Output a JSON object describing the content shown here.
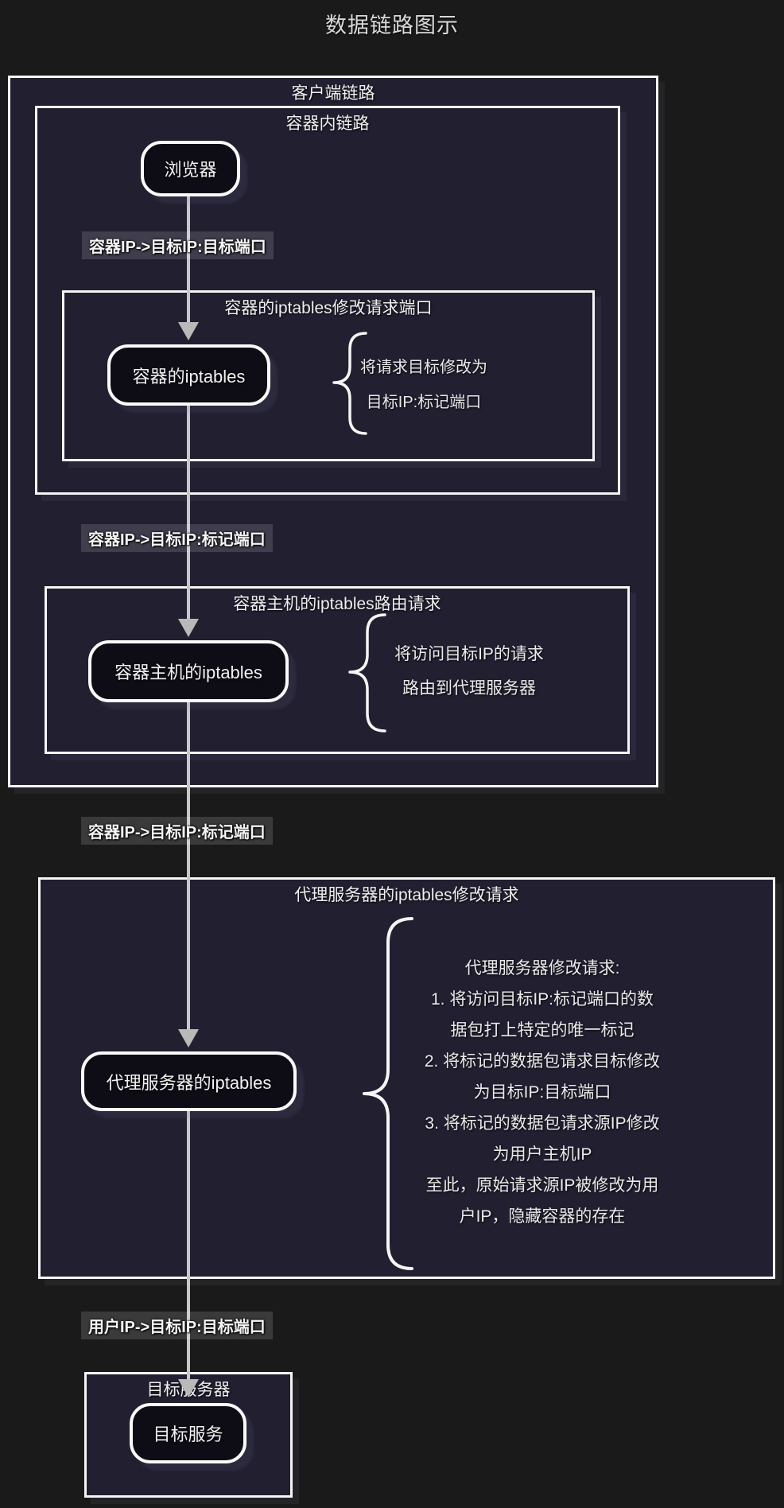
{
  "title": "数据链路图示",
  "colors": {
    "background": "#1a1a1a",
    "panel_fill": "#211f30",
    "node_fill": "#0e0d16",
    "border": "#f5f5f5",
    "edge_line": "#c8c8c8",
    "edge_label_bg": "#3d3d3d",
    "text": "#e9e9e9"
  },
  "groups": {
    "client_chain": "客户端链路",
    "container_chain": "容器内链路",
    "container_iptables_box": "容器的iptables修改请求端口",
    "host_iptables_box": "容器主机的iptables路由请求",
    "proxy_iptables_box": "代理服务器的iptables修改请求",
    "target_server_box": "目标服务器"
  },
  "nodes": {
    "browser": "浏览器",
    "container_iptables": "容器的iptables",
    "host_iptables": "容器主机的iptables",
    "proxy_iptables": "代理服务器的iptables",
    "target_service": "目标服务"
  },
  "edge_labels": {
    "container_to_target_port": "容器IP->目标IP:目标端口",
    "container_to_marked_port_1": "容器IP->目标IP:标记端口",
    "container_to_marked_port_2": "容器IP->目标IP:标记端口",
    "user_to_target_port": "用户IP->目标IP:目标端口"
  },
  "annotations": {
    "container_iptables_note": "将请求目标修改为\n目标IP:标记端口",
    "host_iptables_note": "将访问目标IP的请求\n路由到代理服务器",
    "proxy_iptables_note": "代理服务器修改请求:\n1. 将访问目标IP:标记端口的数\n据包打上特定的唯一标记\n2. 将标记的数据包请求目标修改\n为目标IP:目标端口\n3. 将标记的数据包请求源IP修改\n为用户主机IP\n至此，原始请求源IP被修改为用\n户IP，隐藏容器的存在"
  }
}
